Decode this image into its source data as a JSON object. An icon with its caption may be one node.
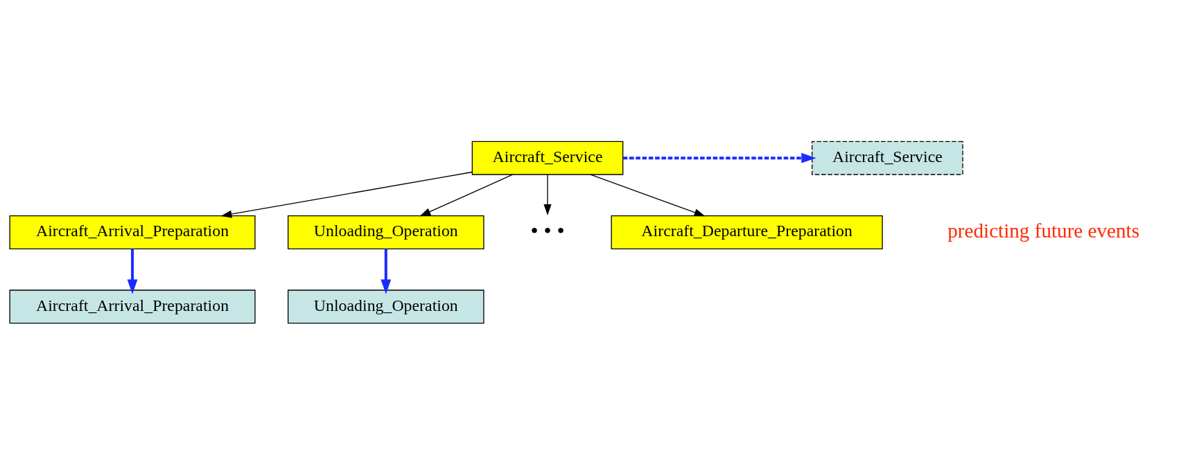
{
  "diagram": {
    "nodes": [
      {
        "text": [
          "Aircraft_Service"
        ]
      },
      {
        "text": [
          "Aircraft_Service"
        ]
      },
      {
        "text": [
          "Aircraft_Arrival_Preparation"
        ]
      },
      {
        "text": [
          "Unloading_Operation"
        ]
      },
      {
        "text": [
          "• • •"
        ]
      },
      {
        "text": [
          "Aircraft_Departure_Preparation"
        ]
      },
      {
        "text": [
          "Aircraft_Arrival_Preparation"
        ]
      },
      {
        "text": [
          "Unloading_Operation"
        ]
      }
    ],
    "edges": [
      {
        "from": 0,
        "to": 1,
        "arrow": "to",
        "style": "dashed",
        "color": "#1a2cff"
      },
      {
        "from": 0,
        "to": 2,
        "arrow": "to"
      },
      {
        "from": 0,
        "to": 3,
        "arrow": "to"
      },
      {
        "from": 0,
        "to": 4,
        "arrow": "to"
      },
      {
        "from": 0,
        "to": 5,
        "arrow": "to"
      },
      {
        "from": 2,
        "to": 6,
        "arrow": "to",
        "style": "thick",
        "color": "#1a2cff"
      },
      {
        "from": 3,
        "to": 7,
        "arrow": "to",
        "style": "thick",
        "color": "#1a2cff"
      }
    ],
    "labels": [
      "predicting future events"
    ]
  }
}
